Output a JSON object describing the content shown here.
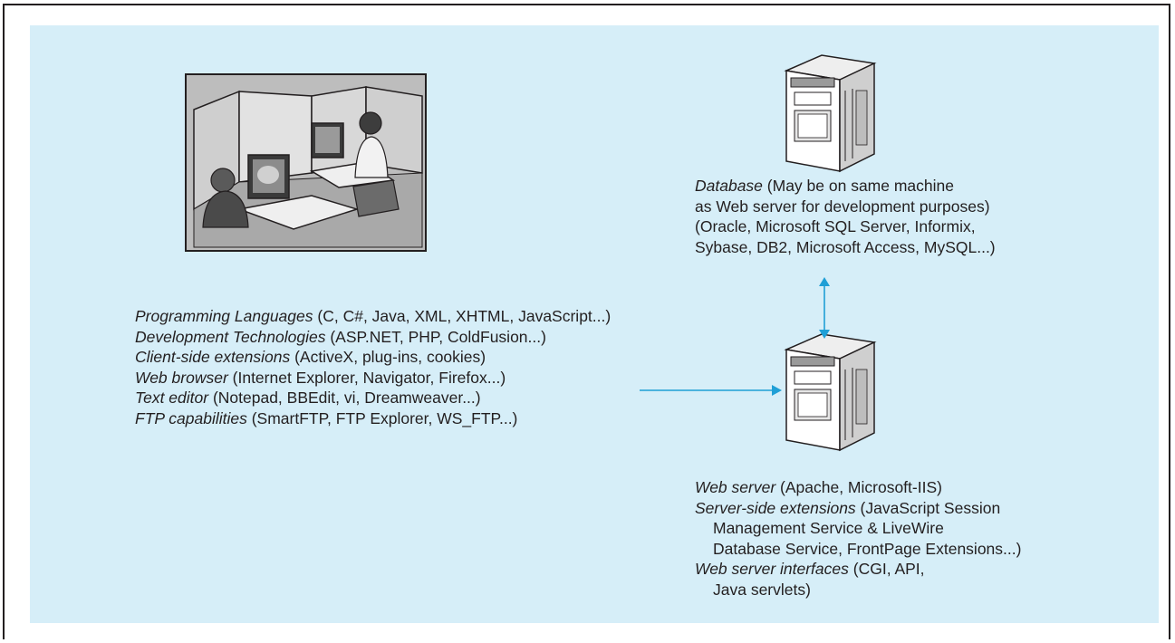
{
  "client": {
    "lines": [
      {
        "term": "Programming Languages",
        "detail": " (C, C#, Java, XML, XHTML, JavaScript...)"
      },
      {
        "term": "Development Technologies",
        "detail": " (ASP.NET, PHP, ColdFusion...)"
      },
      {
        "term": "Client-side extensions",
        "detail": " (ActiveX, plug-ins, cookies)"
      },
      {
        "term": "Web browser",
        "detail": " (Internet Explorer, Navigator, Firefox...)"
      },
      {
        "term": "Text editor",
        "detail": " (Notepad, BBEdit, vi, Dreamweaver...)"
      },
      {
        "term": "FTP capabilities",
        "detail": " (SmartFTP, FTP Explorer, WS_FTP...)"
      }
    ]
  },
  "database": {
    "lines": [
      {
        "term": "Database",
        "detail": " (May be on same machine",
        "indent": false
      },
      {
        "term": "",
        "detail": "as Web server for development purposes)",
        "indent": false
      },
      {
        "term": "",
        "detail": "(Oracle, Microsoft SQL Server, Informix,",
        "indent": false
      },
      {
        "term": "",
        "detail": "Sybase, DB2, Microsoft Access, MySQL...)",
        "indent": false
      }
    ]
  },
  "webserver": {
    "lines": [
      {
        "term": "Web server",
        "detail": " (Apache, Microsoft-IIS)",
        "indent": false
      },
      {
        "term": "Server-side extensions",
        "detail": " (JavaScript Session",
        "indent": false
      },
      {
        "term": "",
        "detail": "Management Service & LiveWire",
        "indent": true
      },
      {
        "term": "",
        "detail": "Database Service, FrontPage Extensions...)",
        "indent": true
      },
      {
        "term": "Web server interfaces",
        "detail": " (CGI, API,",
        "indent": false
      },
      {
        "term": "",
        "detail": "Java servlets)",
        "indent": true
      }
    ]
  },
  "icons": {
    "developer_illustration": "developers-cubicle-illustration",
    "database_server": "server-tower-icon",
    "web_server": "server-tower-icon"
  },
  "colors": {
    "panel": "#d6eef8",
    "arrow": "#1f9fd6",
    "frame": "#231f20"
  }
}
